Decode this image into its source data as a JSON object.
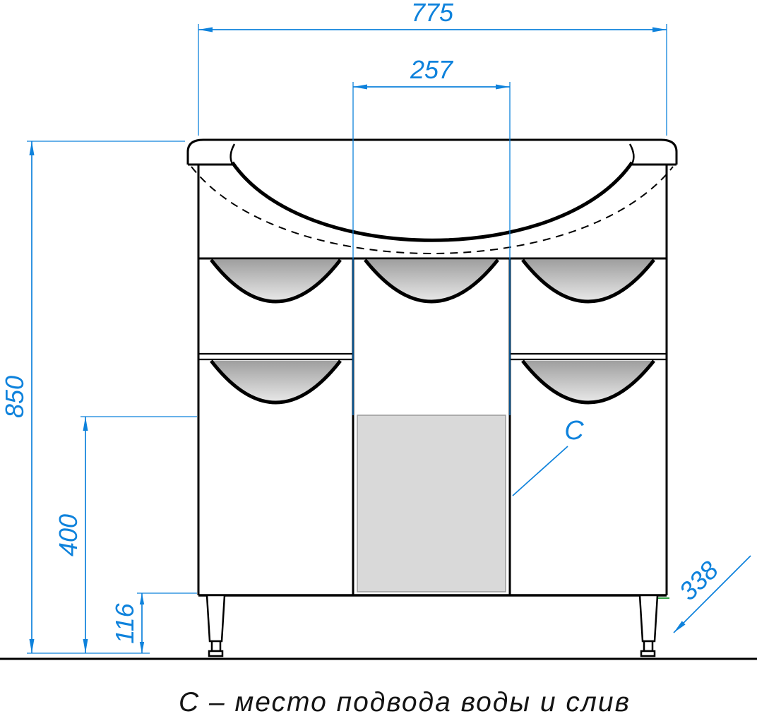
{
  "drawing": {
    "subject": "vanity-cabinet-with-sink-front-view",
    "accent_color": "#0e82dc",
    "line_color": "#000000",
    "panel_fill": "#d9d9d9",
    "dimensions": {
      "width_top": "775",
      "width_inner": "257",
      "height_total": "850",
      "height_service": "400",
      "height_legs": "116",
      "depth": "338"
    },
    "labels": {
      "connection_marker": "С"
    },
    "caption": "С – место подвода воды и слив"
  }
}
